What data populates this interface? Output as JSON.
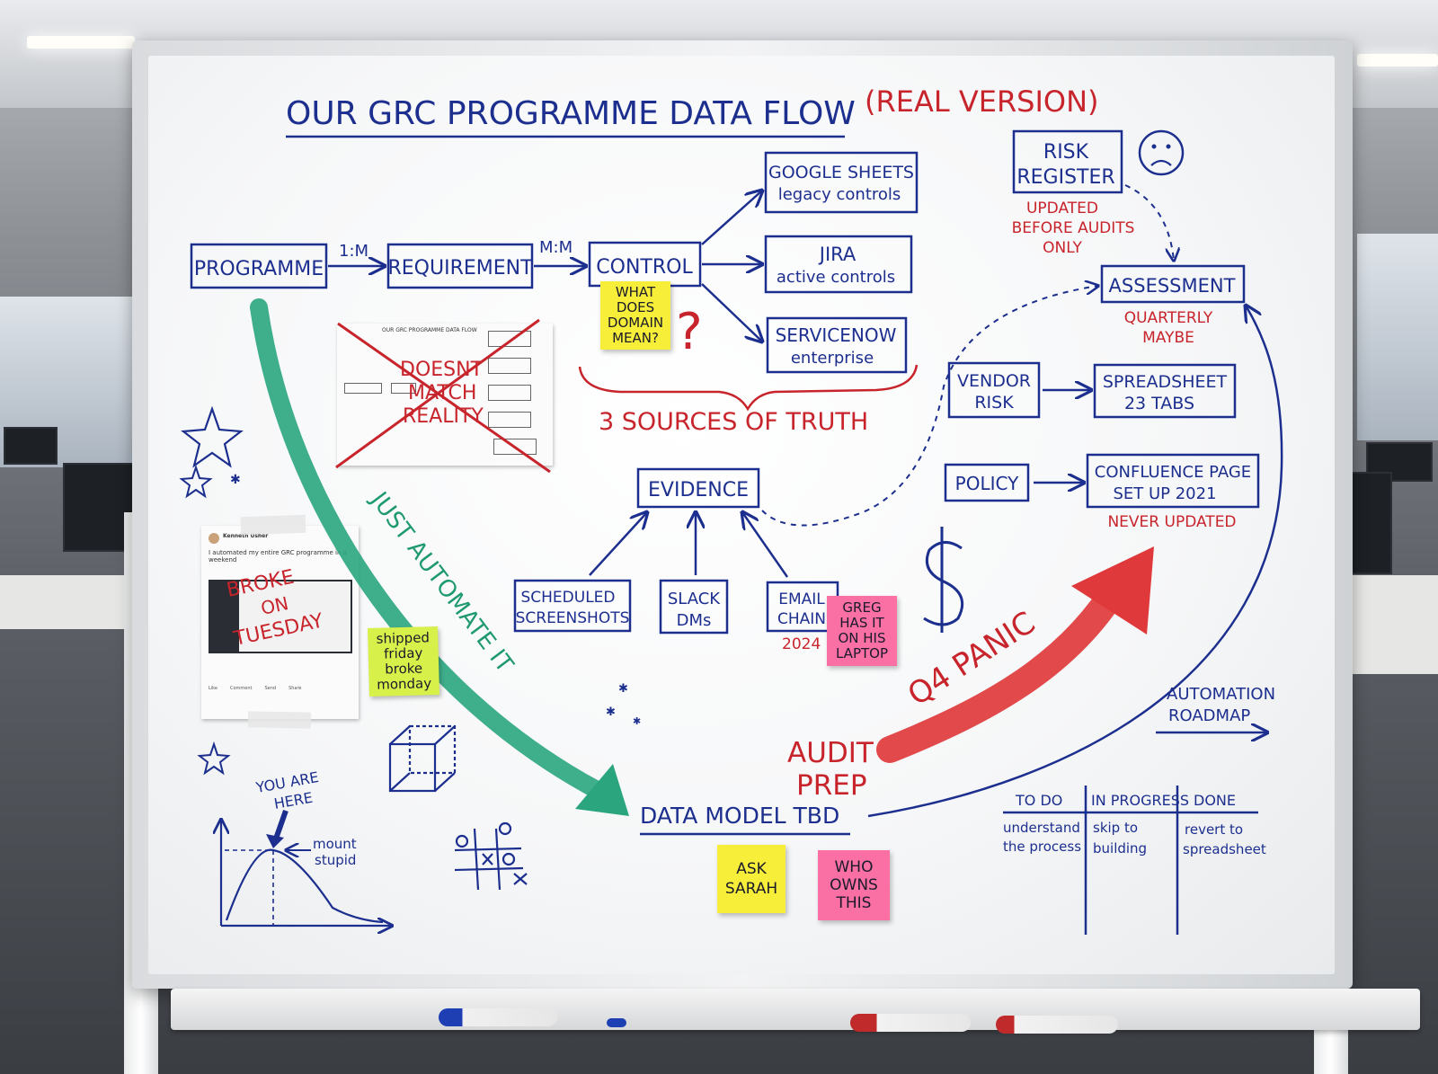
{
  "title": "OUR GRC PROGRAMME DATA FLOW",
  "title_note": "(REAL VERSION)",
  "flow": {
    "programme": "PROGRAMME",
    "rel1": "1:M",
    "requirement": "REQUIREMENT",
    "rel2": "M:M",
    "control": "CONTROL",
    "sources": [
      {
        "line1": "GOOGLE SHEETS",
        "line2": "legacy controls"
      },
      {
        "line1": "JIRA",
        "line2": "active controls"
      },
      {
        "line1": "SERVICENOW",
        "line2": "enterprise"
      }
    ],
    "sources_label": "3 SOURCES OF TRUTH",
    "question_mark": "?"
  },
  "risk": {
    "register_line1": "RISK",
    "register_line2": "REGISTER",
    "note_line1": "UPDATED",
    "note_line2": "BEFORE AUDITS",
    "note_line3": "ONLY",
    "assessment": "ASSESSMENT",
    "assessment_note1": "QUARTERLY",
    "assessment_note2": "MAYBE"
  },
  "vendor": {
    "line1": "VENDOR",
    "line2": "RISK",
    "target1": "SPREADSHEET",
    "target2": "23 TABS"
  },
  "policy": {
    "label": "POLICY",
    "target1": "CONFLUENCE PAGE",
    "target2": "SET UP 2021",
    "note": "NEVER UPDATED"
  },
  "evidence": {
    "label": "EVIDENCE",
    "inputs": [
      {
        "line1": "SCHEDULED",
        "line2": "SCREENSHOTS"
      },
      {
        "line1": "SLACK",
        "line2": "DMs"
      },
      {
        "line1": "EMAIL",
        "line2": "CHAIN"
      }
    ],
    "email_year": "2024"
  },
  "crossed": {
    "line1": "DOESNT",
    "line2": "MATCH",
    "line3": "REALITY",
    "printout_title": "OUR GRC PROGRAMME DATA FLOW"
  },
  "automate": "JUST AUTOMATE IT",
  "q4": "Q4 PANIC",
  "audit": {
    "line1": "AUDIT",
    "line2": "PREP"
  },
  "data_model": "DATA MODEL TBD",
  "roadmap": {
    "line1": "AUTOMATION",
    "line2": "ROADMAP"
  },
  "kanban": {
    "columns": [
      "TO DO",
      "IN PROGRESS",
      "DONE"
    ],
    "items": [
      {
        "line1": "understand",
        "line2": "the process"
      },
      {
        "line1": "skip to",
        "line2": "building"
      },
      {
        "line1": "revert to",
        "line2": "spreadsheet"
      }
    ]
  },
  "graph": {
    "here1": "YOU ARE",
    "here2": "HERE",
    "peak1": "mount",
    "peak2": "stupid"
  },
  "linkedin": {
    "author": "Kenneth Usher",
    "headline": "I automated my entire GRC programme in a weekend",
    "overlay1": "BROKE",
    "overlay2": "ON",
    "overlay3": "TUESDAY",
    "actions": [
      "Like",
      "Comment",
      "Send",
      "Share"
    ]
  },
  "stickies": {
    "domain": "WHAT\nDOES\nDOMAIN\nMEAN?",
    "shipped": "shipped\nfriday\nbroke\nmonday",
    "greg": "GREG\nHAS IT\nON HIS\nLAPTOP",
    "sarah": "ASK\nSARAH",
    "owns": "WHO\nOWNS\nTHIS"
  },
  "colors": {
    "blue_ink": "#1c2f8f",
    "red_ink": "#c8242c",
    "green_ink": "#1f9a70",
    "sticky_yellow": "#f7ee3a",
    "sticky_green": "#d8f04a",
    "sticky_pink": "#fa6fa4"
  }
}
